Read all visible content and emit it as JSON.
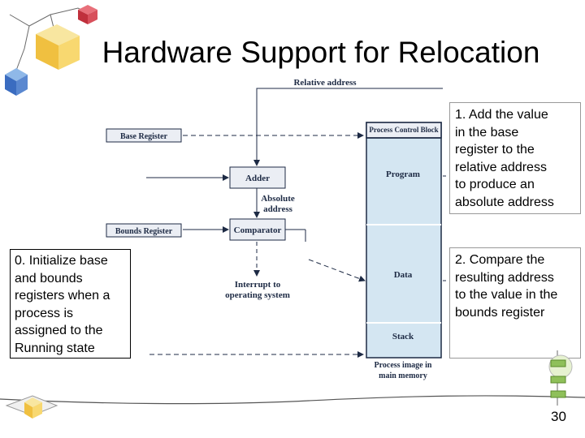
{
  "slide": {
    "title": "Hardware Support for Relocation",
    "page_number": "30"
  },
  "diagram": {
    "relative_address": "Relative address",
    "base_register": "Base Register",
    "adder": "Adder",
    "absolute_address_line1": "Absolute",
    "absolute_address_line2": "address",
    "bounds_register": "Bounds Register",
    "comparator": "Comparator",
    "interrupt_line1": "Interrupt to",
    "interrupt_line2": "operating system",
    "pcb": "Process Control Block",
    "program": "Program",
    "data": "Data",
    "stack": "Stack",
    "process_image_line1": "Process image in",
    "process_image_line2": "main memory"
  },
  "callouts": {
    "step1": [
      "1. Add the value",
      "in the base",
      "register to the",
      "relative address",
      "to produce an",
      "absolute address"
    ],
    "step2": [
      "2. Compare the",
      "resulting address",
      "to the value in the",
      "bounds register"
    ],
    "step0": [
      "0. Initialize base",
      "and bounds",
      "registers when a",
      "process is",
      "assigned to the",
      "Running state"
    ]
  },
  "colors": {
    "memory_fill": "#d4e6f2",
    "register_fill": "#ebeef4",
    "diagram_text": "#1d2a44"
  }
}
